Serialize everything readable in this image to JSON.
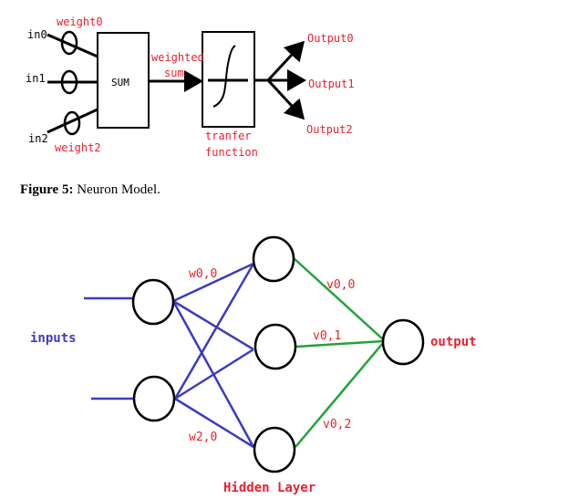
{
  "figure5": {
    "inputs": [
      "in0",
      "in1",
      "in2"
    ],
    "weights": [
      "weight0",
      "weight2"
    ],
    "sum_label": "SUM",
    "weighted_sum": [
      "weighted",
      "sum"
    ],
    "transfer": [
      "tranfer",
      "function"
    ],
    "outputs": [
      "Output0",
      "Output1",
      "Output2"
    ],
    "caption_bold": "Figure 5:",
    "caption_text": " Neuron Model."
  },
  "network": {
    "inputs_label": "inputs",
    "output_label": "output",
    "hidden_label": "Hidden Layer",
    "edge_labels": {
      "w00": "w0,0",
      "w20": "w2,0",
      "v00": "v0,0",
      "v01": "v0,1",
      "v02": "v0,2"
    },
    "colors": {
      "input_edges": "#3b3bc0",
      "output_edges": "#22a33a",
      "labels": "#e8212e"
    }
  }
}
